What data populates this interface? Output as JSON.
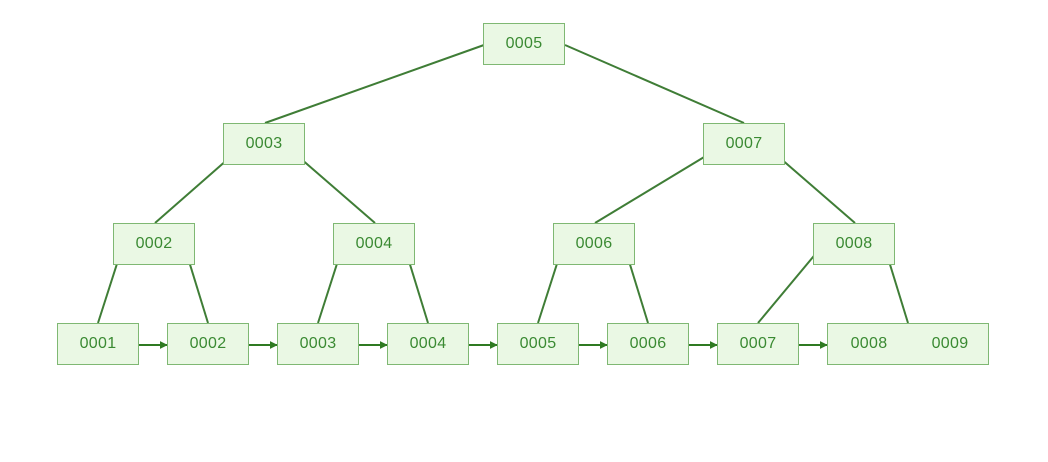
{
  "colors": {
    "node_fill": "#eaf8e4",
    "node_border": "#7fb873",
    "text": "#3a8a32",
    "edge": "#3f7d36",
    "arrow": "#2f7a22"
  },
  "tree": {
    "root": {
      "keys": [
        "0005"
      ]
    },
    "level1": [
      {
        "keys": [
          "0003"
        ]
      },
      {
        "keys": [
          "0007"
        ]
      }
    ],
    "level2": [
      {
        "keys": [
          "0002"
        ]
      },
      {
        "keys": [
          "0004"
        ]
      },
      {
        "keys": [
          "0006"
        ]
      },
      {
        "keys": [
          "0008"
        ]
      }
    ],
    "leaves": [
      {
        "keys": [
          "0001"
        ]
      },
      {
        "keys": [
          "0002"
        ]
      },
      {
        "keys": [
          "0003"
        ]
      },
      {
        "keys": [
          "0004"
        ]
      },
      {
        "keys": [
          "0005"
        ]
      },
      {
        "keys": [
          "0006"
        ]
      },
      {
        "keys": [
          "0007"
        ]
      },
      {
        "keys": [
          "0008",
          "0009"
        ]
      }
    ]
  }
}
